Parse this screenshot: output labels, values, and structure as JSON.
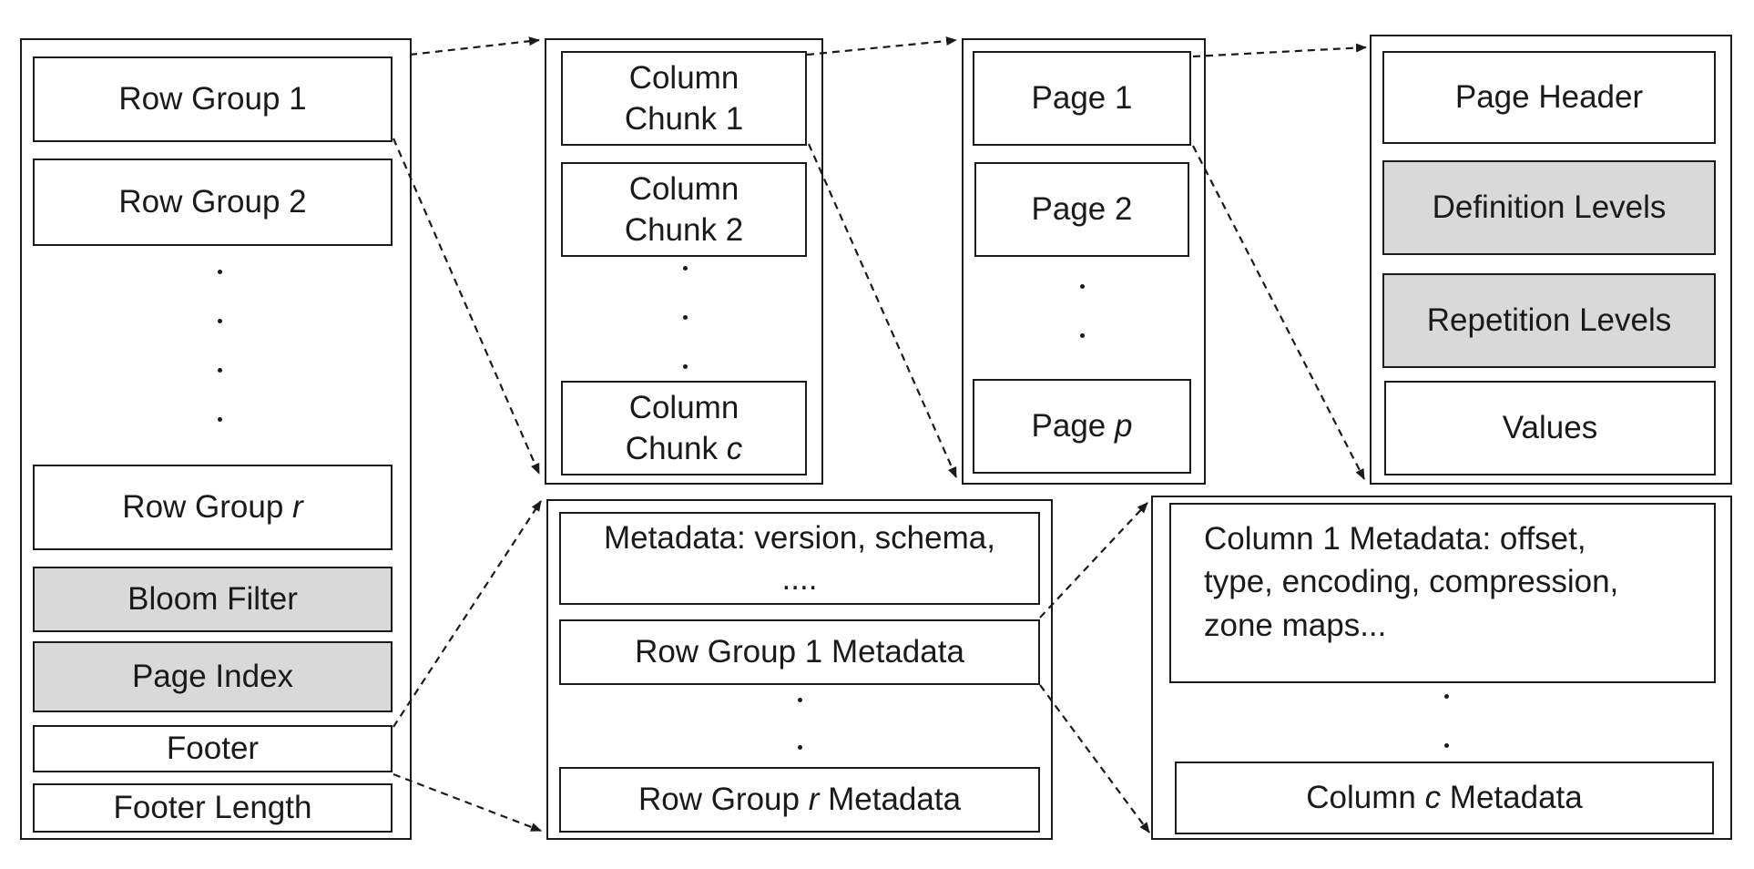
{
  "file": {
    "row_groups": [
      "Row Group 1",
      "Row Group 2"
    ],
    "row_group_last": {
      "prefix": "Row Group ",
      "var": "r"
    },
    "bloom_filter": "Bloom Filter",
    "page_index": "Page Index",
    "footer": "Footer",
    "footer_length": "Footer Length"
  },
  "row_group": {
    "chunks": [
      "Column\nChunk 1",
      "Column\nChunk 2"
    ],
    "chunk_last": {
      "prefix": "Chunk ",
      "var": "c",
      "line1": "Column"
    }
  },
  "column_chunk": {
    "pages": [
      "Page 1",
      "Page 2"
    ],
    "page_last": {
      "prefix": "Page ",
      "var": "p"
    }
  },
  "page": {
    "header": "Page Header",
    "definition_levels": "Definition Levels",
    "repetition_levels": "Repetition Levels",
    "values": "Values"
  },
  "footer_meta": {
    "metadata": "Metadata: version, schema,\n....",
    "rg1_metadata": "Row Group 1 Metadata",
    "rg_last": {
      "prefix": "Row Group ",
      "var": "r",
      "suffix": " Metadata"
    }
  },
  "rg_meta": {
    "col1": "Column 1 Metadata: offset,\ntype, encoding, compression,\nzone maps...",
    "col_last": {
      "prefix": "Column ",
      "var": "c",
      "suffix": " Metadata"
    }
  },
  "colors": {
    "shaded": "#d9d9d9",
    "line": "#1a1a1a"
  }
}
